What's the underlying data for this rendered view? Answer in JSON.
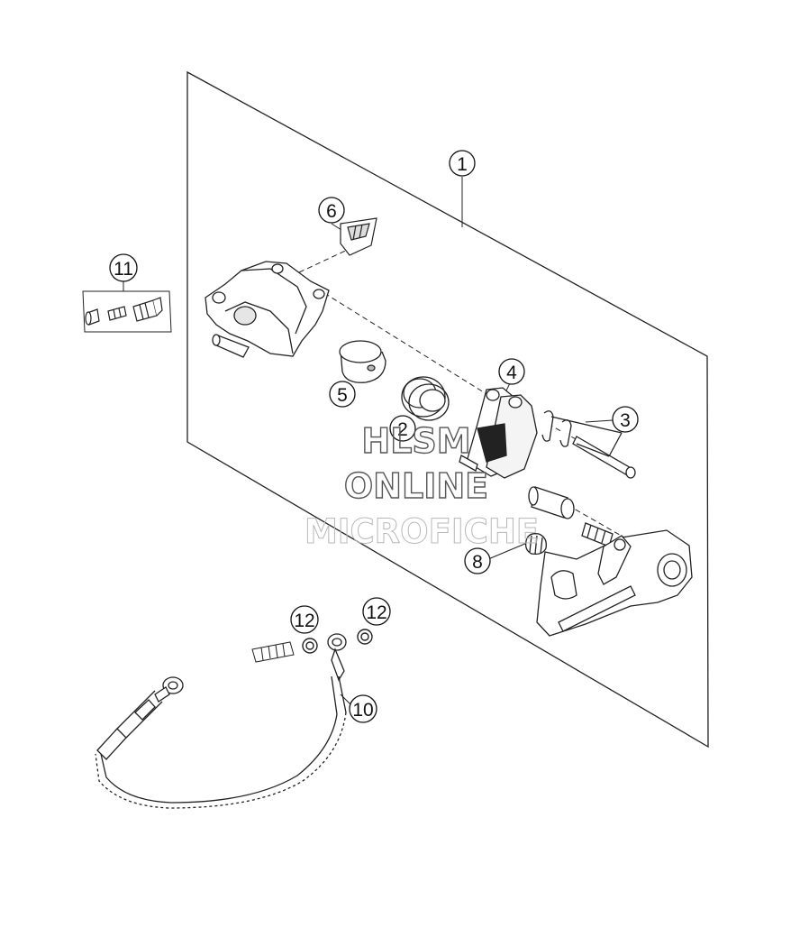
{
  "diagram": {
    "callouts": [
      {
        "id": "1",
        "label": "1"
      },
      {
        "id": "2",
        "label": "2"
      },
      {
        "id": "3",
        "label": "3"
      },
      {
        "id": "4",
        "label": "4"
      },
      {
        "id": "5",
        "label": "5"
      },
      {
        "id": "6",
        "label": "6"
      },
      {
        "id": "8",
        "label": "8"
      },
      {
        "id": "10",
        "label": "10"
      },
      {
        "id": "11",
        "label": "11"
      },
      {
        "id": "12a",
        "label": "12"
      },
      {
        "id": "12b",
        "label": "12"
      }
    ]
  },
  "watermark": {
    "line1": "HLSM",
    "line2": "ONLINE",
    "line3": "MICROFICHE",
    "color_dark": "#555555",
    "color_light": "#b8b8b8"
  },
  "colors": {
    "line": "#222222",
    "background": "#ffffff"
  }
}
